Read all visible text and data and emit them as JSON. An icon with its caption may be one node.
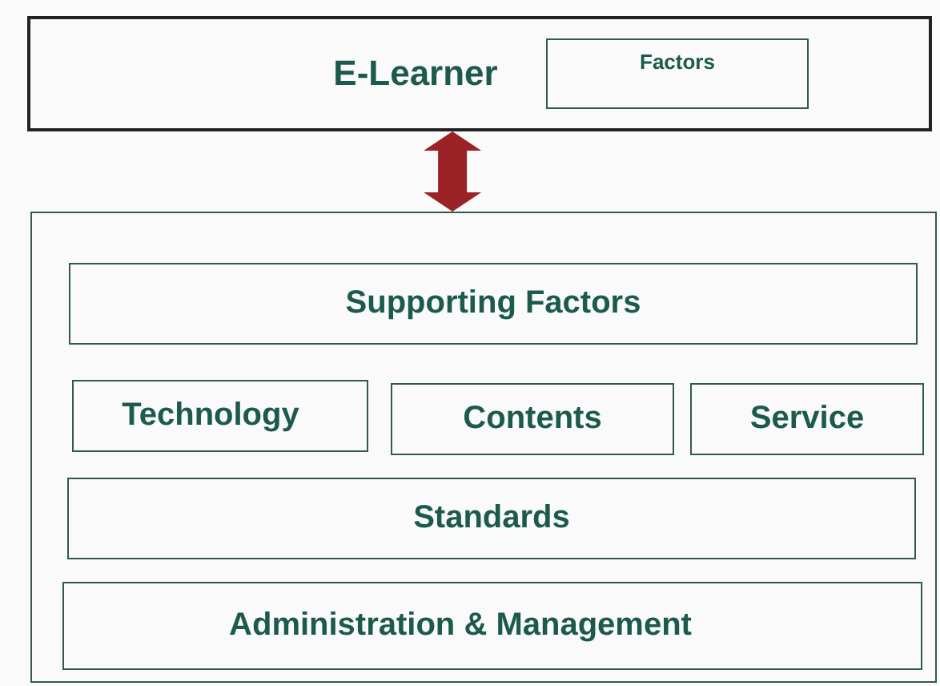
{
  "diagram": {
    "nodes": [
      {
        "text": [
          "E-Learner"
        ]
      },
      {
        "text": [
          "Factors"
        ],
        "in": 0
      },
      {
        "text": [],
        "shape": "box"
      },
      {
        "text": [
          "Supporting Factors"
        ],
        "in": 2
      },
      {
        "text": [
          "Technology"
        ],
        "in": 2
      },
      {
        "text": [
          "Contents"
        ],
        "in": 2
      },
      {
        "text": [
          "Service"
        ],
        "in": 2
      },
      {
        "text": [
          "Standards"
        ],
        "in": 2
      },
      {
        "text": [
          "Administration & Management"
        ],
        "in": 2
      }
    ],
    "edges": [
      {
        "from": 0,
        "to": 2,
        "arrow": "both",
        "color": "#9b2226"
      }
    ]
  }
}
